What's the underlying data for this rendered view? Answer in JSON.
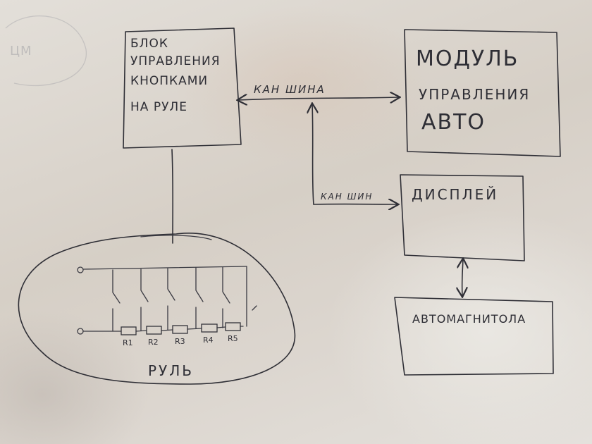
{
  "watermark": "ЦМ",
  "blocks": {
    "steering_control_unit": [
      "БЛОК",
      "УПРАВЛЕНИЯ",
      "КНОПКАМИ",
      "НА РУЛЕ"
    ],
    "auto_control_module": [
      "МОДУЛЬ",
      "УПРАВЛЕНИЯ",
      "АВТО"
    ],
    "display": "ДИСПЛЕЙ",
    "car_radio": "АВТОМАГНИТОЛА"
  },
  "bus": {
    "top_label": "КАН ШИНА",
    "lower_label": "КАН ШИН"
  },
  "steering_wheel": {
    "label": "РУЛЬ",
    "resistors": [
      "R1",
      "R2",
      "R3",
      "R4",
      "R5"
    ]
  }
}
